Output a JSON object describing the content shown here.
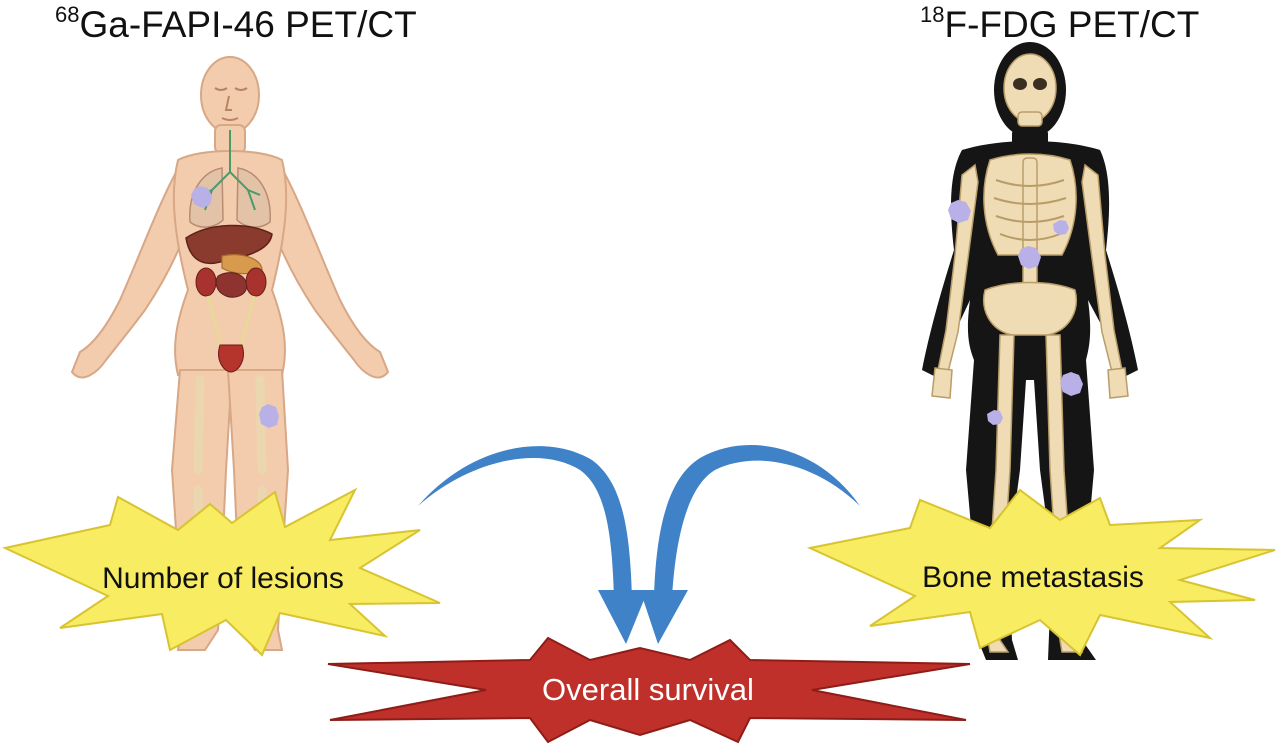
{
  "titles": {
    "left": {
      "isotope": "68",
      "name": "Ga-FAPI-46 PET/CT"
    },
    "right": {
      "isotope": "18",
      "name": "F-FDG PET/CT"
    }
  },
  "labels": {
    "lesions": "Number of lesions",
    "bone": "Bone metastasis",
    "survival": "Overall survival"
  },
  "colors": {
    "burst_fill": "#f8ec62",
    "burst_stroke": "#d8c330",
    "survival_fill": "#c0302a",
    "survival_stroke": "#8e1d18",
    "arrow": "#3f82c8",
    "lesion": "#b9b0e8",
    "skin": "#f3ccad",
    "bone": "#efdcb4",
    "silhouette": "#151515"
  },
  "icons": [
    "human-body-organs-figure",
    "skeleton-figure",
    "curved-arrow-icon"
  ]
}
